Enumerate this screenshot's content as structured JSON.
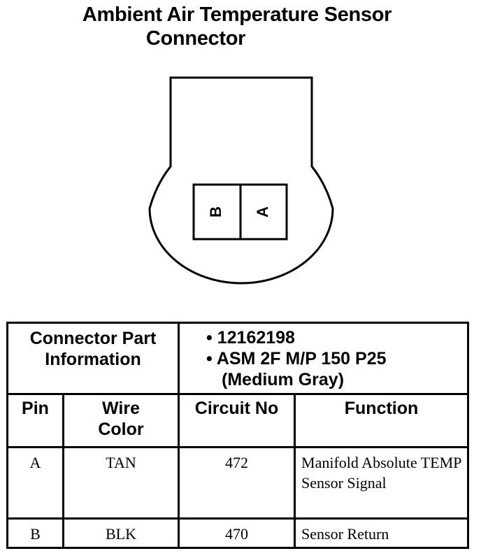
{
  "title": {
    "line1": "Ambient Air Temperature Sensor",
    "line2": "Connector"
  },
  "connector": {
    "pin_b": "B",
    "pin_a": "A"
  },
  "part_info": {
    "label": "Connector Part Information",
    "bullet": "•",
    "part_number": "12162198",
    "description_line1": "ASM 2F M/P 150 P25",
    "description_line2": "(Medium Gray)"
  },
  "table": {
    "headers": {
      "pin": "Pin",
      "wire_color": "Wire Color",
      "circuit_no": "Circuit No",
      "function": "Function"
    },
    "rows": [
      {
        "pin": "A",
        "wire_color": "TAN",
        "circuit_no": "472",
        "function": "Manifold Absolute TEMP Sensor Signal"
      },
      {
        "pin": "B",
        "wire_color": "BLK",
        "circuit_no": "470",
        "function": "Sensor Return"
      }
    ]
  }
}
